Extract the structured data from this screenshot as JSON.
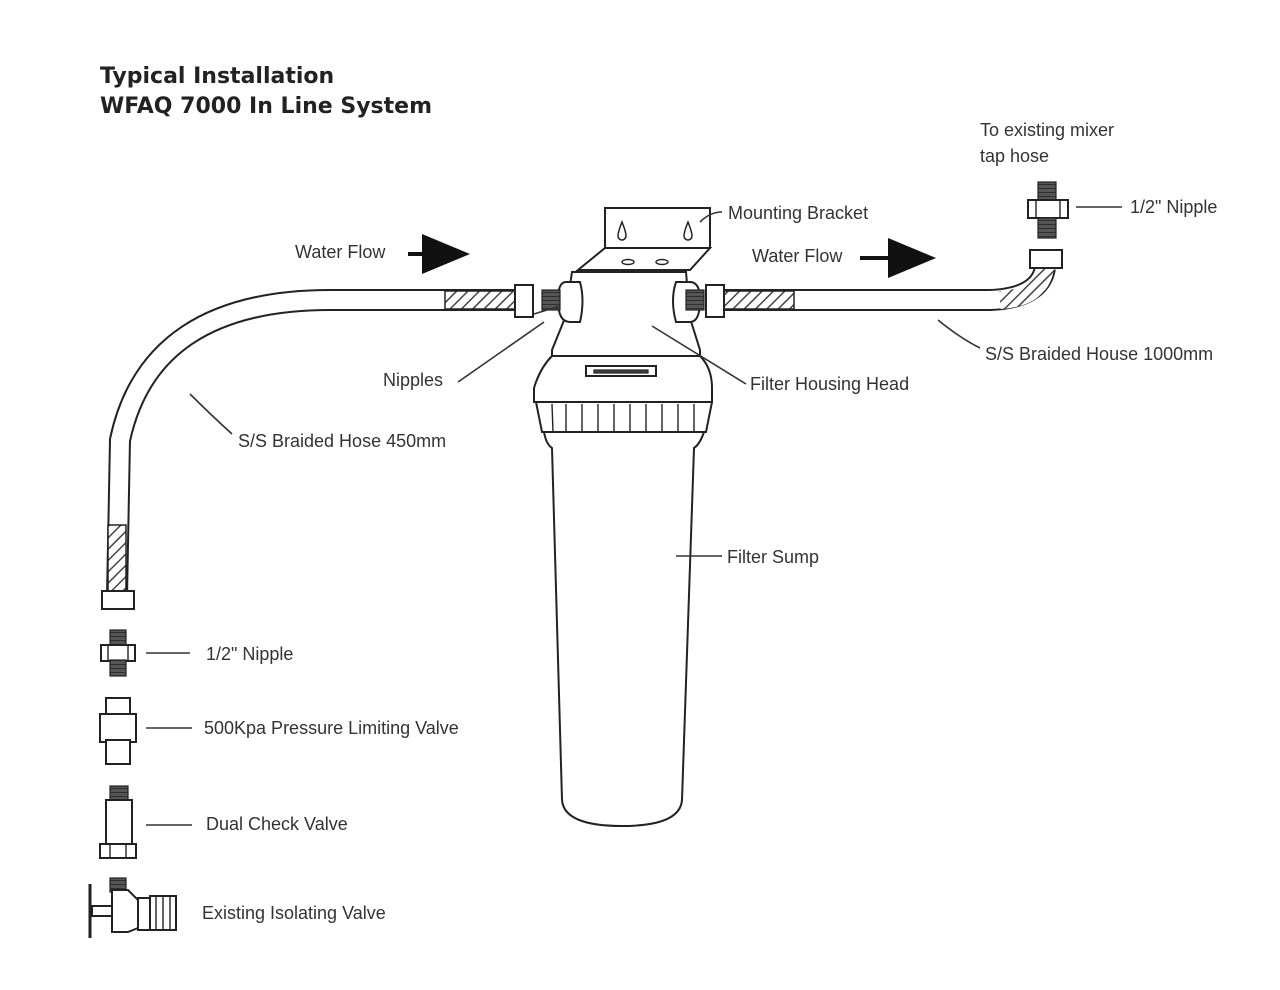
{
  "title": {
    "line1": "Typical Installation",
    "line2": "WFAQ 7000 In Line System"
  },
  "labels": {
    "mixer_line1": "To existing mixer",
    "mixer_line2": "tap hose",
    "nipple_top": "1/2\" Nipple",
    "mounting_bracket": "Mounting Bracket",
    "water_flow_left": "Water Flow",
    "water_flow_right": "Water Flow",
    "braided_house_1000": "S/S Braided House 1000mm",
    "nipples": "Nipples",
    "filter_housing_head": "Filter Housing Head",
    "braided_hose_450": "S/S Braided Hose 450mm",
    "filter_sump": "Filter Sump",
    "nipple_bottom": "1/2\" Nipple",
    "pressure_valve": "500Kpa Pressure Limiting Valve",
    "dual_check_valve": "Dual Check Valve",
    "isolating_valve": "Existing Isolating Valve"
  },
  "colors": {
    "line": "#222222",
    "text": "#333333",
    "background": "#ffffff"
  }
}
